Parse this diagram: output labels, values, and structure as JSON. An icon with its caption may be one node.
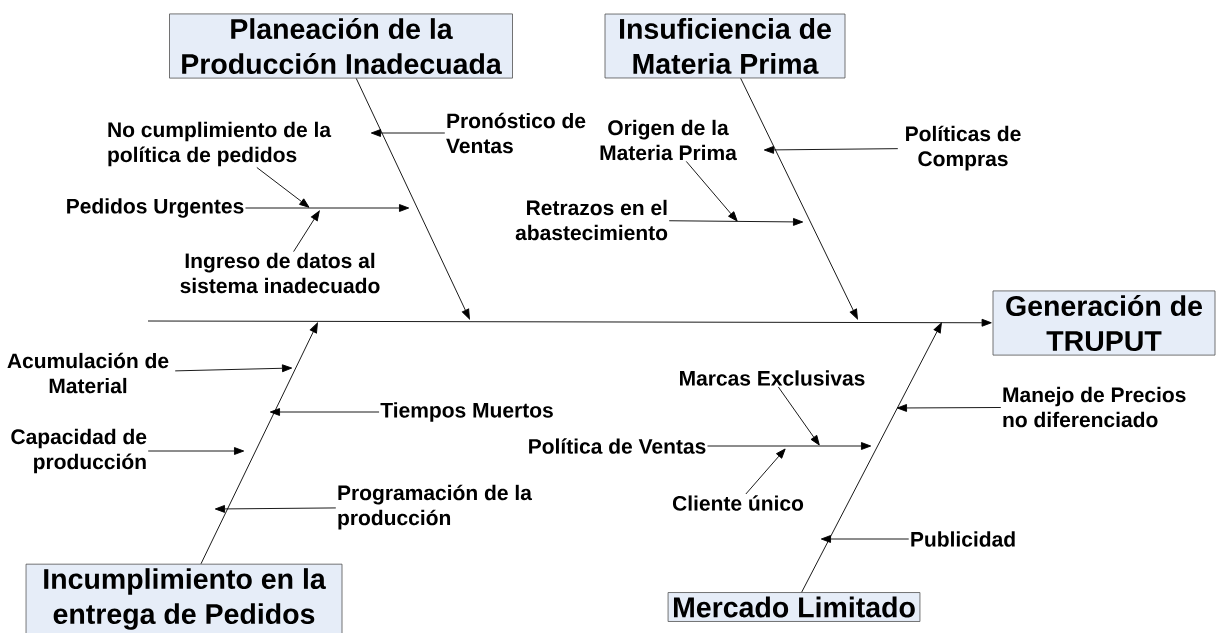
{
  "diagram": {
    "nodes": [
      {
        "text": [
          "Planeación de la Producción Inadecuada"
        ]
      },
      {
        "text": [
          "Insuficiencia de Materia Prima"
        ]
      },
      {
        "text": [
          "Generación de TRUPUT"
        ]
      },
      {
        "text": [
          "Incumplimiento en la entrega de Pedidos"
        ]
      },
      {
        "text": [
          "Mercado Limitado"
        ]
      },
      {
        "text": [
          "Pronóstico de Ventas"
        ]
      },
      {
        "text": [
          "No cumplimiento de la política de pedidos"
        ]
      },
      {
        "text": [
          "Pedidos Urgentes"
        ]
      },
      {
        "text": [
          "Ingreso de datos al sistema inadecuado"
        ]
      },
      {
        "text": [
          "Origen de la Materia Prima"
        ]
      },
      {
        "text": [
          "Políticas de Compras"
        ]
      },
      {
        "text": [
          "Retrazos en el abastecimiento"
        ]
      },
      {
        "text": [
          "Acumulación de Material"
        ]
      },
      {
        "text": [
          "Tiempos Muertos"
        ]
      },
      {
        "text": [
          "Capacidad de producción"
        ]
      },
      {
        "text": [
          "Programación de la producción"
        ]
      },
      {
        "text": [
          "Marcas Exclusivas"
        ]
      },
      {
        "text": [
          "Manejo de Precios no diferenciado"
        ]
      },
      {
        "text": [
          "Política de Ventas"
        ]
      },
      {
        "text": [
          "Cliente único"
        ]
      },
      {
        "text": [
          "Publicidad"
        ]
      }
    ],
    "edges": [
      {
        "from": null,
        "to": 2,
        "arrow": "to"
      },
      {
        "from": 0,
        "to": null,
        "arrow": "to"
      },
      {
        "from": 1,
        "to": null,
        "arrow": "to"
      },
      {
        "from": 3,
        "to": null,
        "arrow": "to"
      },
      {
        "from": 4,
        "to": null,
        "arrow": "to"
      },
      {
        "from": 5,
        "to": null,
        "arrow": "to"
      },
      {
        "from": 6,
        "to": null,
        "arrow": "to"
      },
      {
        "from": 7,
        "to": null,
        "arrow": "to"
      },
      {
        "from": 8,
        "to": null,
        "arrow": "to"
      },
      {
        "from": 10,
        "to": null,
        "arrow": "to"
      },
      {
        "from": 9,
        "to": null,
        "arrow": "to"
      },
      {
        "from": 11,
        "to": null,
        "arrow": "to"
      },
      {
        "from": 12,
        "to": null,
        "arrow": "to"
      },
      {
        "from": 13,
        "to": null,
        "arrow": "to"
      },
      {
        "from": 14,
        "to": null,
        "arrow": "to"
      },
      {
        "from": 15,
        "to": null,
        "arrow": "to"
      },
      {
        "from": 16,
        "to": null,
        "arrow": "to"
      },
      {
        "from": 17,
        "to": null,
        "arrow": "to"
      },
      {
        "from": 18,
        "to": null,
        "arrow": "to"
      },
      {
        "from": 19,
        "to": null,
        "arrow": "to"
      },
      {
        "from": 20,
        "to": null,
        "arrow": "to"
      }
    ]
  }
}
